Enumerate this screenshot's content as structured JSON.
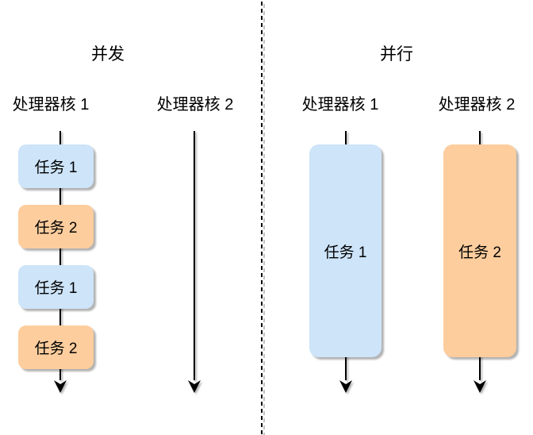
{
  "diagram": {
    "description_left": "concurrency timeline diagram",
    "description_right": "parallelism timeline diagram"
  },
  "colors": {
    "task1_fill": "#cde4f9",
    "task2_fill": "#fdcd9d",
    "line": "#000000",
    "text": "#000000",
    "background": "#ffffff"
  },
  "left_section": {
    "title": "并发",
    "columns": [
      {
        "header": "处理器核 1",
        "tasks": [
          {
            "label": "任务 1",
            "type": "task1"
          },
          {
            "label": "任务 2",
            "type": "task2"
          },
          {
            "label": "任务 1",
            "type": "task1"
          },
          {
            "label": "任务 2",
            "type": "task2"
          }
        ]
      },
      {
        "header": "处理器核 2",
        "tasks": []
      }
    ]
  },
  "right_section": {
    "title": "并行",
    "columns": [
      {
        "header": "处理器核 1",
        "tasks": [
          {
            "label": "任务 1",
            "type": "task1"
          }
        ]
      },
      {
        "header": "处理器核 2",
        "tasks": [
          {
            "label": "任务 2",
            "type": "task2"
          }
        ]
      }
    ]
  }
}
